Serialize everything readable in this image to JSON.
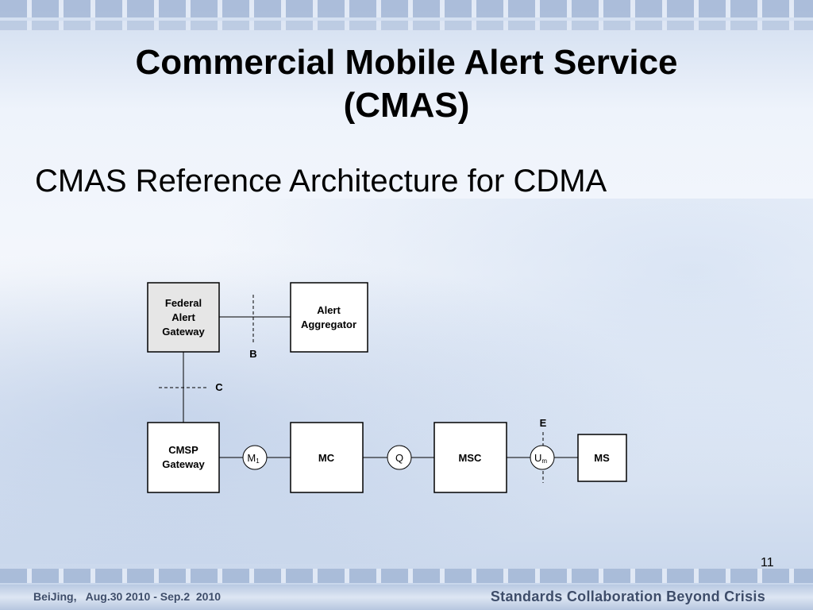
{
  "slide": {
    "title_line1": "Commercial Mobile Alert Service",
    "title_line2": "(CMAS)",
    "subtitle": "CMAS Reference Architecture for CDMA",
    "page_number": "11"
  },
  "footer": {
    "left": "BeiJing,   Aug.30 2010 - Sep.2  2010",
    "right": "Standards Collaboration Beyond Crisis"
  },
  "diagram": {
    "boxes": {
      "federal_gateway": [
        "Federal",
        "Alert",
        "Gateway"
      ],
      "alert_aggregator": [
        "Alert",
        "Aggregator"
      ],
      "cmsp_gateway": [
        "CMSP",
        "Gateway"
      ],
      "mc": "MC",
      "msc": "MSC",
      "ms": "MS"
    },
    "reference_points": {
      "b": "B",
      "c": "C",
      "e": "E"
    },
    "interfaces": {
      "m1_main": "M",
      "m1_sub": "1",
      "q": "Q",
      "um_main": "U",
      "um_sub": "m"
    },
    "colors": {
      "federal_fill": "#e6e6e6",
      "box_fill": "#ffffff",
      "stroke": "#000000"
    }
  }
}
